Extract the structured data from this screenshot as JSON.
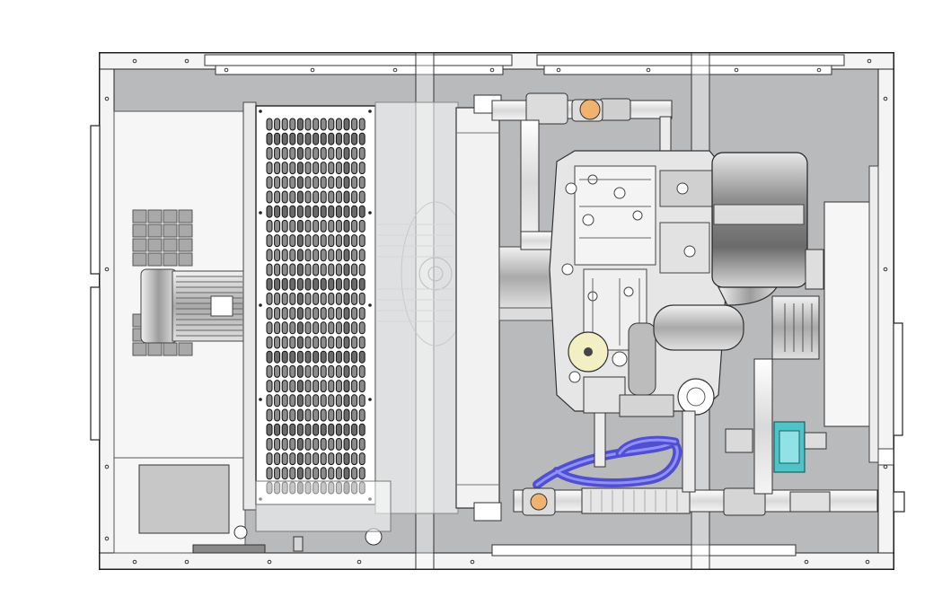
{
  "drawing": {
    "view": "top view",
    "colors": {
      "background": "#ffffff",
      "frame_fill": "#b9babc",
      "frame_stroke": "#1a1a1a",
      "panel_light": "#ebebeb",
      "panel_white": "#f6f6f6",
      "metal_dark": "#5a5a5a",
      "metal_mid": "#9a9a9a",
      "hose_blue": "#4f4fd0",
      "hose_blue_light": "#8f8fff",
      "valve_orange": "#f0b270",
      "coolant_cyan": "#4ec3c8",
      "filter_yellow": "#f2efc4"
    },
    "components": [
      "enclosure-frame",
      "blower-motor",
      "radiator-grille",
      "radiator-core",
      "engine-block",
      "air-filter",
      "turbocharger",
      "coolant-hoses",
      "exhaust-pipe",
      "fuel-valve"
    ]
  }
}
